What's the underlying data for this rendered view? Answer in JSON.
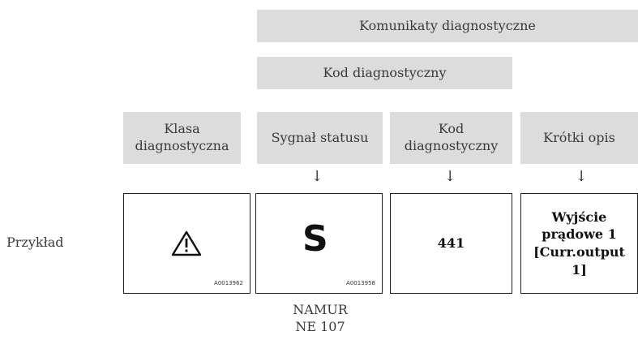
{
  "header": {
    "top_band": "Komunikaty diagnostyczne",
    "second_band": "Kod diagnostyczny"
  },
  "columns": [
    {
      "label": "Klasa\ndiagnostyczna"
    },
    {
      "label": "Sygnał statusu"
    },
    {
      "label": "Kod\ndiagnostyczny"
    },
    {
      "label": "Krótki opis"
    }
  ],
  "arrows": [
    "↓",
    "↓",
    "↓"
  ],
  "row_label": "Przykład",
  "boxes": {
    "warning_code": "A0013962",
    "status_letter": "S",
    "status_code": "A0013958",
    "diag_code": "441",
    "short_desc": "Wyjście\nprądowe 1\n[Curr.output\n1]"
  },
  "footer": {
    "namur": "NAMUR\nNE 107"
  },
  "colors": {
    "band_background": "#dcdcdc",
    "border": "#222222"
  },
  "icons": [
    "warning-triangle-icon",
    "arrow-down-icon"
  ]
}
